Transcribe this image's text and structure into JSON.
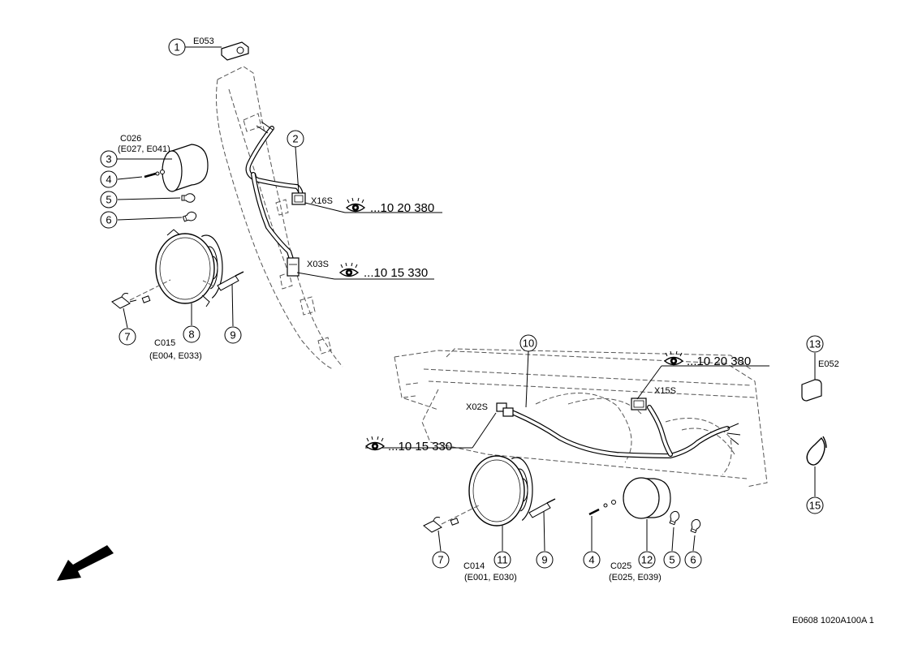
{
  "callouts": {
    "c1": "1",
    "c2": "2",
    "c3": "3",
    "c4a": "4",
    "c5a": "5",
    "c6a": "6",
    "c7a": "7",
    "c8": "8",
    "c9a": "9",
    "c10": "10",
    "c11": "11",
    "c12": "12",
    "c13": "13",
    "c15": "15",
    "c7b": "7",
    "c9b": "9",
    "c4b": "4",
    "c5b": "5",
    "c6b": "6"
  },
  "labels": {
    "e053": "E053",
    "c026": "C026",
    "c026_sub": "(E027, E041)",
    "x16s": "X16S",
    "x03s": "X03S",
    "c015": "C015",
    "c015_sub": "(E004, E033)",
    "x02s": "X02S",
    "x15s": "X15S",
    "e052": "E052",
    "c014": "C014",
    "c014_sub": "(E001, E030)",
    "c025": "C025",
    "c025_sub": "(E025, E039)"
  },
  "refs": {
    "r1": "...10 20 380",
    "r2": "...10 15 330",
    "r3": "...10 20 380",
    "r4": "...10 15 330"
  },
  "footer": "E0608 1020A100A 1"
}
